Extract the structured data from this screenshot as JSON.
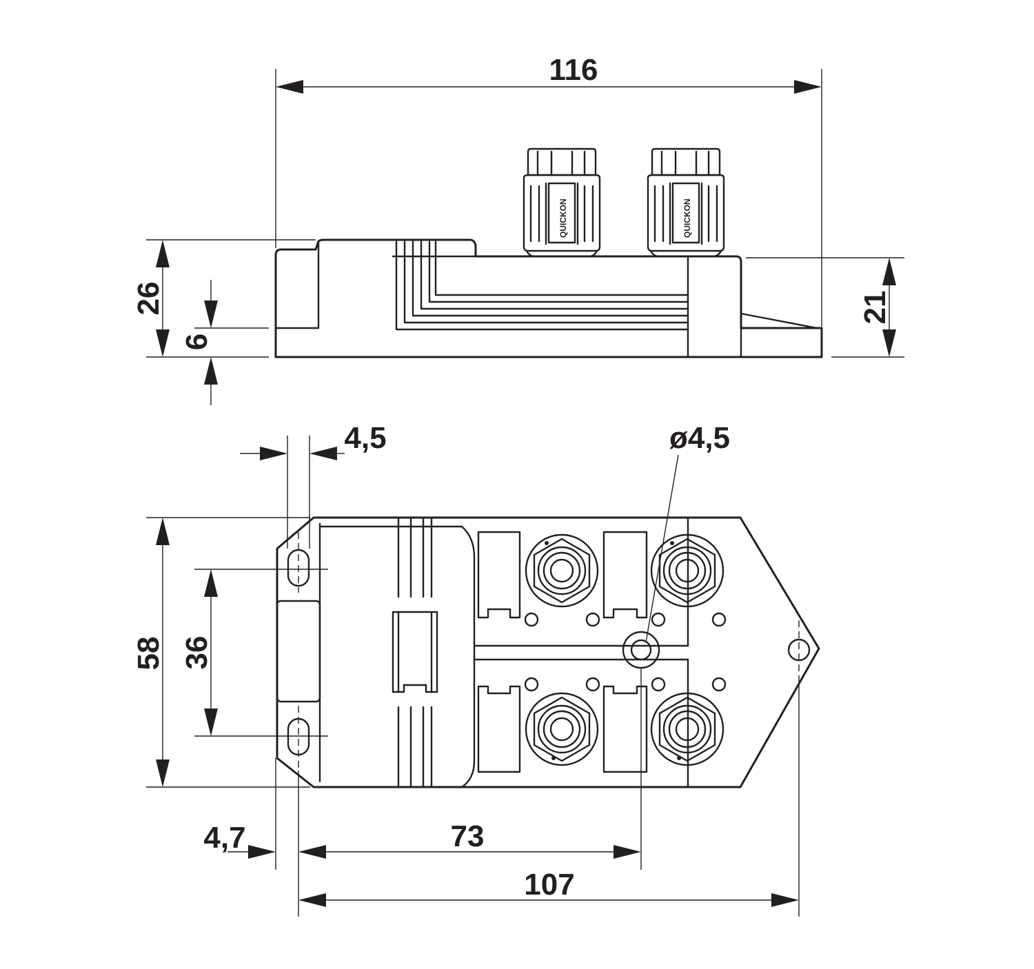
{
  "drawing": {
    "side_view": {
      "overall_length": "116",
      "height_overall": "26",
      "height_base": "6",
      "height_body": "21",
      "connector_brand": "QUICKON"
    },
    "top_view": {
      "hole_width": "4,5",
      "hole_diameter": "ø4,5",
      "overall_width": "58",
      "hole_spacing": "36",
      "hole_offset": "4,7",
      "center_hole_distance": "73",
      "hole_to_hole_length": "107"
    }
  }
}
